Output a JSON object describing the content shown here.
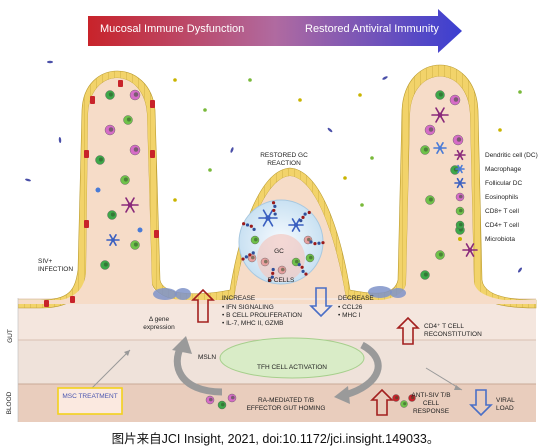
{
  "header": {
    "left": "Mucosal Immune Dysfunction",
    "right": "Restored Antiviral Immunity",
    "gradient_from": "#c8232a",
    "gradient_to": "#3b3fd1"
  },
  "labels": {
    "restored_gc": "RESTORED GC REACTION",
    "gc": "GC",
    "b_cells": "B CELLS",
    "siv_infection": "SIV+ INFECTION",
    "delta_gene": "Δ gene expression",
    "increase_title": "INCREASE",
    "increase_items": [
      "IFN SIGNALING",
      "B CELL PROLIFERATION",
      "IL-7, MHC II, GZMB"
    ],
    "decrease_title": "DECREASE",
    "decrease_items": [
      "CCL26",
      "MHC I"
    ],
    "cd4_recon": "CD4⁺ T CELL RECONSTITUTION",
    "gut": "GUT",
    "blood": "BLOOD",
    "msln": "MSLN",
    "tfh": "TFH CELL ACTIVATION",
    "msc": "MSC TREATMENT",
    "ra_mediated": "RA-MEDIATED T/B EFFECTOR GUT HOMING",
    "anti_siv": "ANTI-SIV T/B CELL RESPONSE",
    "viral_load": "VIRAL LOAD"
  },
  "legend": [
    {
      "icon": "dendritic-cell-icon",
      "label": "Dendritic cell (DC)",
      "color": "#8a2a7a"
    },
    {
      "icon": "macrophage-icon",
      "label": "Macrophage",
      "color": "#4a7bd6"
    },
    {
      "icon": "follicular-dc-icon",
      "label": "Follicular DC",
      "color": "#3a5fc0"
    },
    {
      "icon": "eosinophil-icon",
      "label": "Eosinophils",
      "color": "#d66cc7"
    },
    {
      "icon": "cd8-t-cell-icon",
      "label": "CD8+ T cell",
      "color": "#6fc24a"
    },
    {
      "icon": "cd4-t-cell-icon",
      "label": "CD4+ T cell",
      "color": "#3ea84a"
    },
    {
      "icon": "microbiota-icon",
      "label": "Microbiota",
      "color": "#c9b400"
    }
  ],
  "caption": "图片来自JCI Insight, 2021, doi:10.1172/jci.insight.149033。",
  "colors": {
    "tissue": "#f6dcc8",
    "epithelium": "#f2d36a",
    "gut_band": "#f4e6de",
    "blood_band": "#e8c9b8",
    "up_arrow": "#a3201f",
    "down_arrow": "#4a6fc6",
    "gc_bubble": "#d6e9f5",
    "tfh_ellipse": "#d9ecc7",
    "msc_border": "#f3d21c"
  }
}
